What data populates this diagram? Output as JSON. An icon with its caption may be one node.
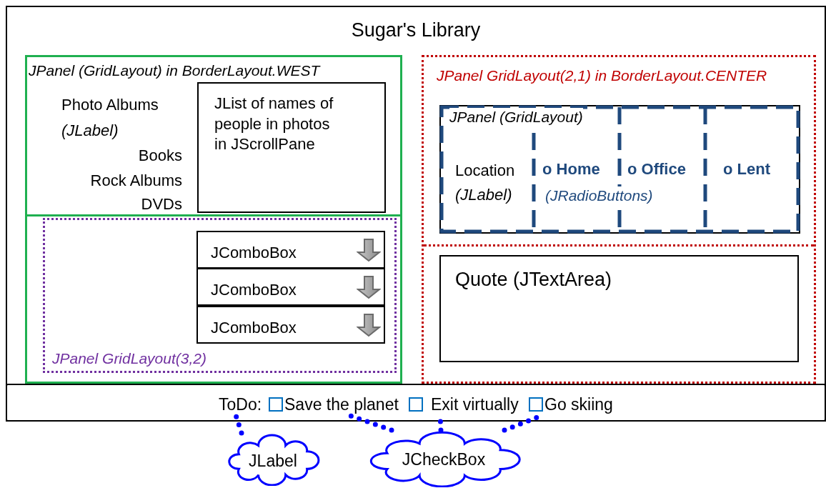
{
  "diagram": {
    "title": "Sugar's Library",
    "nodes": [
      {
        "text": [],
        "shape": "box"
      },
      {
        "text": [
          "JPanel (GridLayout) in BorderLayout.WEST",
          "Photo Albums",
          "(JLabel)",
          "Books",
          "Rock Albums",
          "DVDs"
        ],
        "in": 0
      },
      {
        "text": [
          "JList of names of people in photos in JScrollPane"
        ],
        "in": 1
      },
      {
        "text": [
          "JPanel GridLayout(3,2)"
        ],
        "in": 1
      },
      {
        "text": [
          "JComboBox"
        ],
        "in": 3
      },
      {
        "text": [
          "JComboBox"
        ],
        "in": 3
      },
      {
        "text": [
          "JComboBox"
        ],
        "in": 3
      },
      {
        "text": [
          "JPanel GridLayout(2,1) in BorderLayout.CENTER"
        ],
        "in": 0
      },
      {
        "text": [
          "JPanel (GridLayout)",
          "Location",
          "(JLabel)",
          "(JRadioButtons)"
        ],
        "in": 7
      },
      {
        "text": [
          "o Home"
        ],
        "in": 8
      },
      {
        "text": [
          "o Office"
        ],
        "in": 8
      },
      {
        "text": [
          "o Lent"
        ],
        "in": 8
      },
      {
        "text": [
          "Quote (JTextArea)"
        ],
        "in": 7
      },
      {
        "text": [],
        "shape": "bar",
        "in": 0
      },
      {
        "text": [
          "ToDo:"
        ],
        "in": 13
      },
      {
        "text": [
          "Save the planet"
        ],
        "in": 13
      },
      {
        "text": [
          "Exit virtually"
        ],
        "in": 13
      },
      {
        "text": [
          "Go skiing"
        ],
        "in": 13
      },
      {
        "text": [
          "JLabel"
        ]
      },
      {
        "text": [
          "JCheckBox"
        ]
      }
    ],
    "edges": [
      {
        "from": 18,
        "to": 14,
        "arrow": "none",
        "style": "dashed"
      },
      {
        "from": 19,
        "to": 15,
        "arrow": "none",
        "style": "dashed"
      },
      {
        "from": 19,
        "to": 16,
        "arrow": "none",
        "style": "dashed"
      },
      {
        "from": 19,
        "to": 17,
        "arrow": "none",
        "style": "dashed"
      }
    ]
  }
}
